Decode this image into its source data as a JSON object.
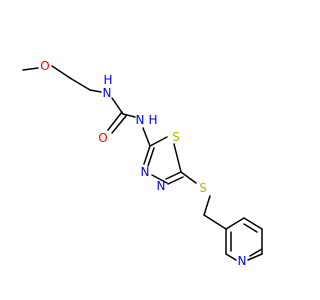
{
  "colors": {
    "background": "#ffffff",
    "bond": "#000000",
    "O": "#ff0000",
    "N": "#0000ff",
    "S": "#b8b800"
  },
  "atoms": [
    {
      "id": "o-methoxy",
      "element": "O",
      "label": "O"
    },
    {
      "id": "n-urea-1",
      "element": "N",
      "label": "N"
    },
    {
      "id": "h-urea-1",
      "element": "H",
      "label": "H"
    },
    {
      "id": "n-urea-2",
      "element": "N",
      "label": "N"
    },
    {
      "id": "h-urea-2",
      "element": "H",
      "label": "H"
    },
    {
      "id": "o-carbonyl",
      "element": "O",
      "label": "O"
    },
    {
      "id": "s-thiadiazole",
      "element": "S",
      "label": "S"
    },
    {
      "id": "n-thiadiazole-1",
      "element": "N",
      "label": "N"
    },
    {
      "id": "n-thiadiazole-2",
      "element": "N",
      "label": "N"
    },
    {
      "id": "s-thioether",
      "element": "S",
      "label": "S"
    },
    {
      "id": "n-pyridine",
      "element": "N",
      "label": "N"
    }
  ]
}
